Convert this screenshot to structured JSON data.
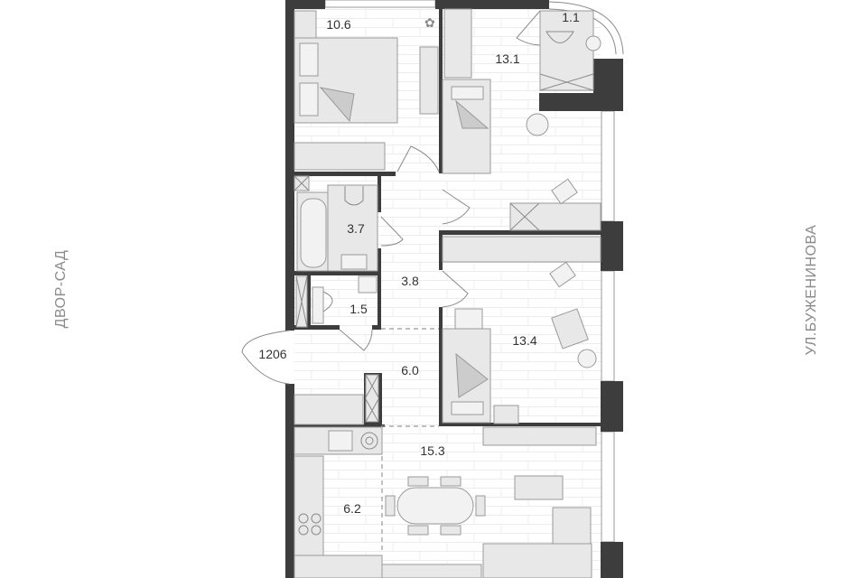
{
  "plan": {
    "side_labels": {
      "left": "ДВОР-САД",
      "right": "УЛ.БУЖЕНИНОВА"
    },
    "entrance_number": "1206",
    "rooms": {
      "bedroom_small": "10.6",
      "bedroom_corner": "13.1",
      "balcony": "1.1",
      "bathroom": "3.7",
      "corridor": "3.8",
      "wc": "1.5",
      "hall": "6.0",
      "bedroom_middle": "13.4",
      "living_room": "15.3",
      "kitchen": "6.2"
    },
    "colors": {
      "wall": "#3d3d3d",
      "furniture": "#e8e8e8",
      "floor_lines": "#ececec"
    }
  }
}
